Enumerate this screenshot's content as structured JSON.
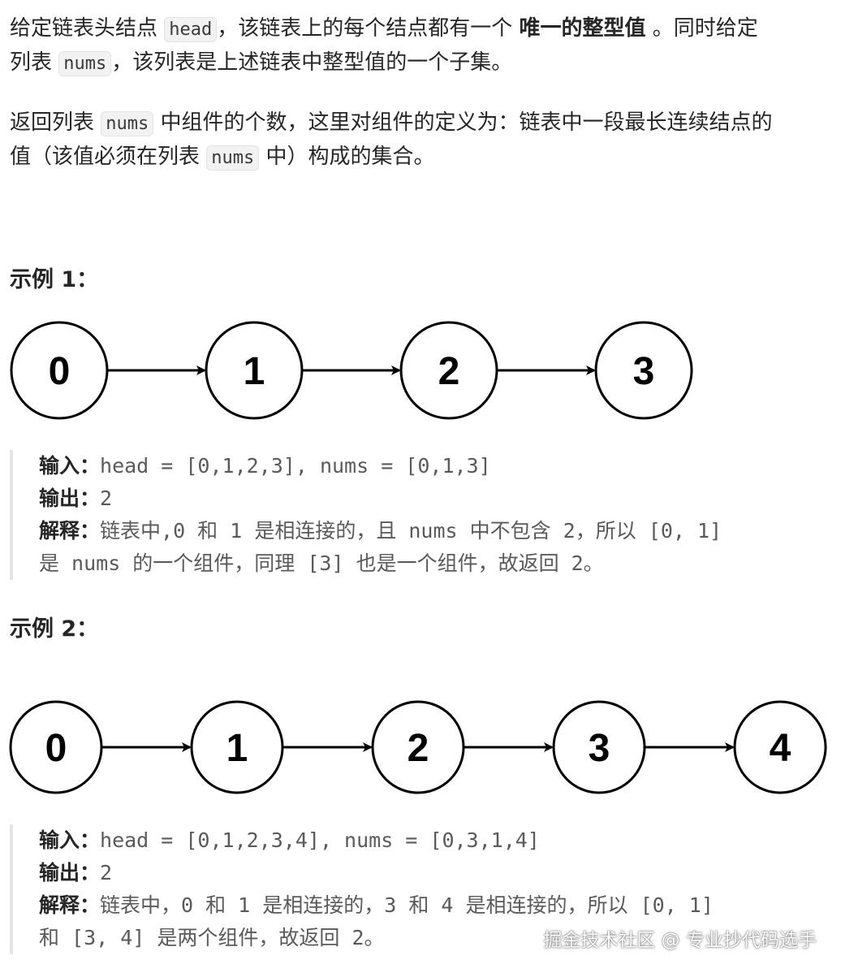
{
  "intro": {
    "p1_l1_a": "给定链表头结点 ",
    "p1_code_head": "head",
    "p1_l1_b": "，该链表上的每个结点都有一个 ",
    "p1_bold": "唯一的整型值",
    "p1_l1_c": " 。同时给定",
    "p1_l2_a": "列表 ",
    "p1_code_nums": "nums",
    "p1_l2_b": "，该列表是上述链表中整型值的一个子集。",
    "p2_l1_a": "返回列表 ",
    "p2_code_nums": "nums",
    "p2_l1_b": " 中组件的个数，这里对组件的定义为：链表中一段最长连续结点的",
    "p2_l2_a": "值（该值必须在列表 ",
    "p2_code_nums2": "nums",
    "p2_l2_b": " 中）构成的集合。"
  },
  "example1": {
    "title": "示例 1：",
    "nodes": [
      "0",
      "1",
      "2",
      "3"
    ],
    "input_label": "输入：",
    "input_value": "head = [0,1,2,3], nums = [0,1,3]",
    "output_label": "输出：",
    "output_value": "2",
    "explain_label": "解释：",
    "explain_l1": "链表中,0 和 1 是相连接的，且 nums 中不包含 2，所以 [0, 1]",
    "explain_l2": "是 nums 的一个组件，同理 [3] 也是一个组件，故返回 2。"
  },
  "example2": {
    "title": "示例 2：",
    "nodes": [
      "0",
      "1",
      "2",
      "3",
      "4"
    ],
    "input_label": "输入：",
    "input_value": "head = [0,1,2,3,4], nums = [0,3,1,4]",
    "output_label": "输出：",
    "output_value": "2",
    "explain_label": "解释：",
    "explain_l1": "链表中，0 和 1 是相连接的，3 和 4 是相连接的，所以 [0, 1]",
    "explain_l2": "和 [3, 4] 是两个组件，故返回 2。"
  },
  "watermark": "掘金技术社区 @ 专业抄代码选手"
}
